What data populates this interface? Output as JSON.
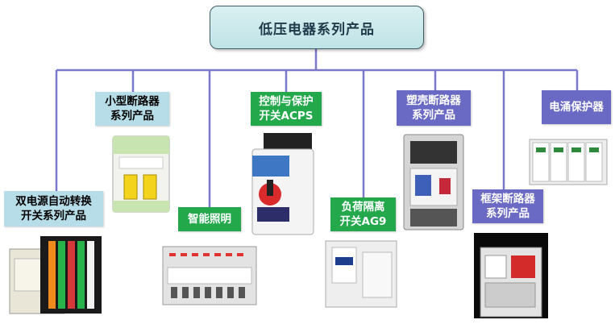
{
  "root": {
    "title": "低压电器系列产品"
  },
  "categories": [
    {
      "line1": "双电源自动转换",
      "line2": "开关系列产品",
      "image_icon": "ats-switch-icon"
    },
    {
      "line1": "小型断路器",
      "line2": "系列产品",
      "image_icon": "mcb-icon"
    },
    {
      "line1": "智能照明",
      "line2": "",
      "image_icon": "lighting-module-icon"
    },
    {
      "line1": "控制与保护",
      "line2": "开关ACPS",
      "image_icon": "acps-switch-icon"
    },
    {
      "line1": "负荷隔离",
      "line2": "开关AG9",
      "image_icon": "isolator-icon"
    },
    {
      "line1": "塑壳断路器",
      "line2": "系列产品",
      "image_icon": "mccb-icon"
    },
    {
      "line1": "框架断路器",
      "line2": "系列产品",
      "image_icon": "acb-icon"
    },
    {
      "line1": "电涌保护器",
      "line2": "",
      "image_icon": "spd-icon"
    }
  ],
  "colors": {
    "line": "#7a78c8",
    "blue_label": "#b7dde8",
    "green_label": "#23a84b",
    "purple_label": "#6a6ac4"
  }
}
